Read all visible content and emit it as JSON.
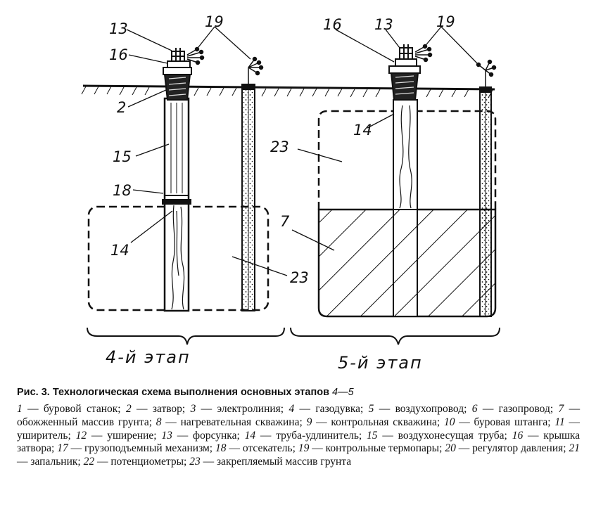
{
  "labels": {
    "l13a": "13",
    "l16a": "16",
    "l19a": "19",
    "l2": "2",
    "l15": "15",
    "l18": "18",
    "l14a": "14",
    "l23a": "23",
    "l16b": "16",
    "l13b": "13",
    "l19b": "19",
    "l23b": "23",
    "l14b": "14",
    "l7": "7"
  },
  "stages": {
    "stage4": "4-й  этап",
    "stage5": "5-й  этап"
  },
  "caption": {
    "text": "Рис. 3. Технологическая схема выполнения основных этапов ",
    "range": "4—5"
  },
  "legend": [
    {
      "n": "1",
      "t": "буровой станок;"
    },
    {
      "n": "2",
      "t": "затвор;"
    },
    {
      "n": "3",
      "t": "электролиния;"
    },
    {
      "n": "4",
      "t": "газодувка;"
    },
    {
      "n": "5",
      "t": "воздухопровод;"
    },
    {
      "n": "6",
      "t": "газопровод;"
    },
    {
      "n": "7",
      "t": "обожженный массив грунта;"
    },
    {
      "n": "8",
      "t": "нагревательная скважина;"
    },
    {
      "n": "9",
      "t": "контрольная скважина;"
    },
    {
      "n": "10",
      "t": "буровая штанга;"
    },
    {
      "n": "11",
      "t": "уширитель;"
    },
    {
      "n": "12",
      "t": "уширение;"
    },
    {
      "n": "13",
      "t": "форсунка;"
    },
    {
      "n": "14",
      "t": "труба-удлинитель;"
    },
    {
      "n": "15",
      "t": "воздухонесущая труба;"
    },
    {
      "n": "16",
      "t": "крышка затвора;"
    },
    {
      "n": "17",
      "t": "грузоподъемный механизм;"
    },
    {
      "n": "18",
      "t": "отсекатель;"
    },
    {
      "n": "19",
      "t": "контрольные термопары;"
    },
    {
      "n": "20",
      "t": "регулятор давления;"
    },
    {
      "n": "21",
      "t": "запальник;"
    },
    {
      "n": "22",
      "t": "потенциометры;"
    },
    {
      "n": "23",
      "t": "закрепляемый массив грунта"
    }
  ]
}
